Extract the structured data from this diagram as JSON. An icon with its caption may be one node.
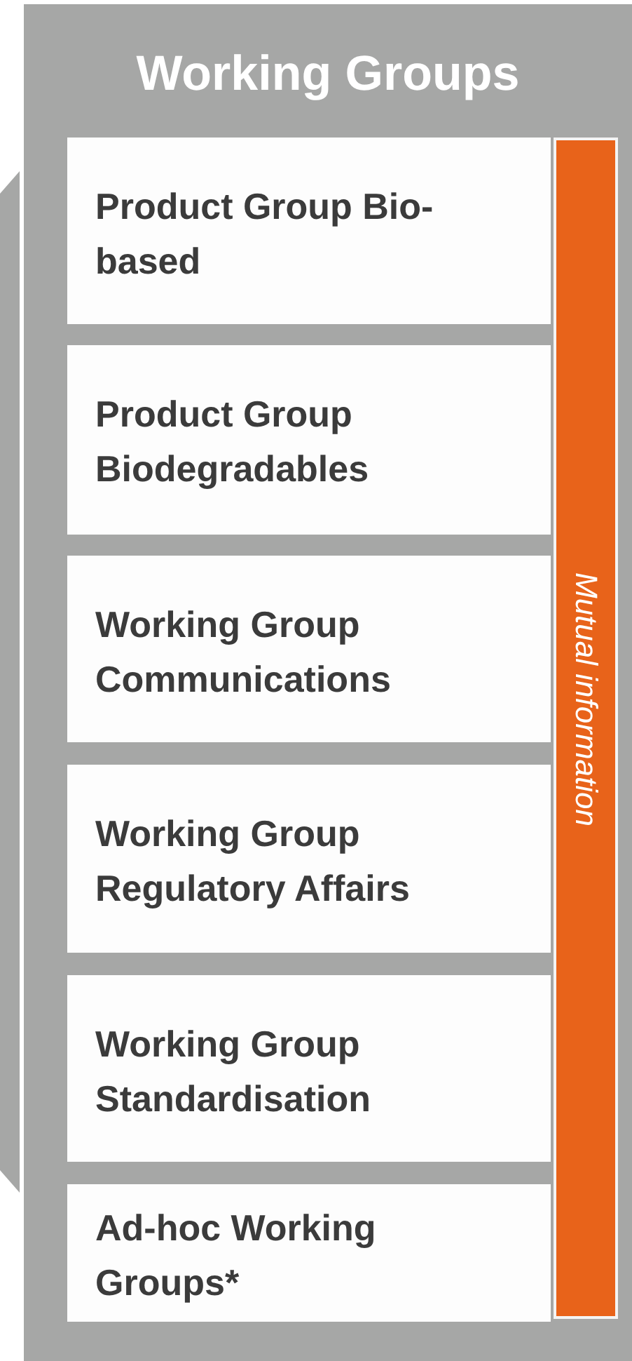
{
  "diagram": {
    "nodes": [
      {
        "text": [
          "Working Groups"
        ]
      },
      {
        "text": [
          "Product Group Bio-based"
        ],
        "in": 0
      },
      {
        "text": [
          "Product Group Biodegradables"
        ],
        "in": 0
      },
      {
        "text": [
          "Working Group Communications"
        ],
        "in": 0
      },
      {
        "text": [
          "Working Group Regulatory Affairs"
        ],
        "in": 0
      },
      {
        "text": [
          "Working Group Standardisation"
        ],
        "in": 0
      },
      {
        "text": [
          "Ad-hoc Working Groups*"
        ],
        "in": 0
      },
      {
        "text": [
          "Mutual information"
        ],
        "in": 0
      }
    ]
  }
}
